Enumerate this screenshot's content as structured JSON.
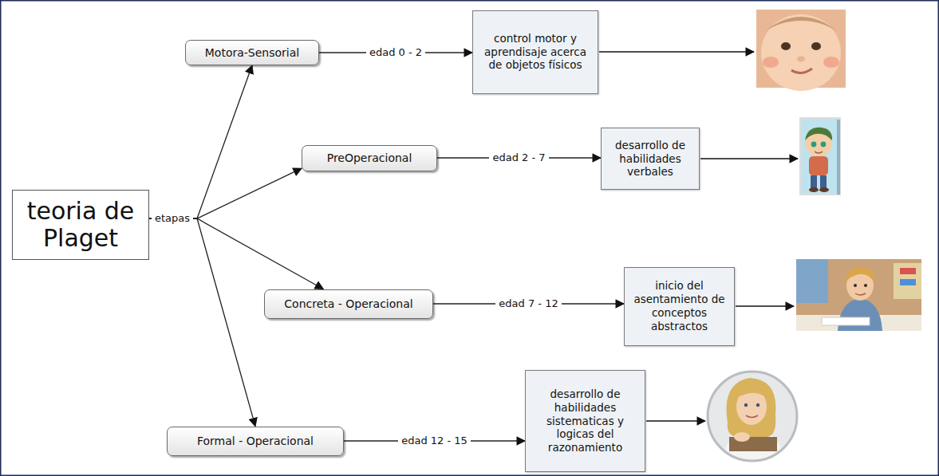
{
  "diagram": {
    "nodes": [
      {
        "text": [
          "teoria de Plaget"
        ]
      },
      {
        "text": [
          "Motora-Sensorial"
        ]
      },
      {
        "text": [
          "control motor y aprendisaje acerca de objetos físicos"
        ]
      },
      {
        "text": [
          "PreOperacional"
        ]
      },
      {
        "text": [
          "desarrollo de habilidades verbales"
        ]
      },
      {
        "text": [
          "Concreta - Operacional"
        ]
      },
      {
        "text": [
          "inicio del asentamiento de conceptos abstractos"
        ]
      },
      {
        "text": [
          "Formal - Operacional"
        ]
      },
      {
        "text": [
          "desarrollo de habilidades sistematicas y logicas del razonamiento"
        ]
      }
    ],
    "edges": [
      {
        "from": 0,
        "to": 1,
        "arrow": "to"
      },
      {
        "from": 0,
        "to": 3,
        "arrow": "to"
      },
      {
        "from": 0,
        "to": 5,
        "arrow": "to"
      },
      {
        "from": 0,
        "to": 7,
        "arrow": "to"
      },
      {
        "from": 1,
        "to": 2,
        "label": "edad 0 - 2",
        "arrow": "to"
      },
      {
        "from": 3,
        "to": 4,
        "label": "edad 2 - 7",
        "arrow": "to"
      },
      {
        "from": 5,
        "to": 6,
        "label": "edad 7 - 12",
        "arrow": "to"
      },
      {
        "from": 7,
        "to": 8,
        "label": "edad 12 - 15",
        "arrow": "to"
      }
    ],
    "labels": [
      "etapas"
    ]
  }
}
